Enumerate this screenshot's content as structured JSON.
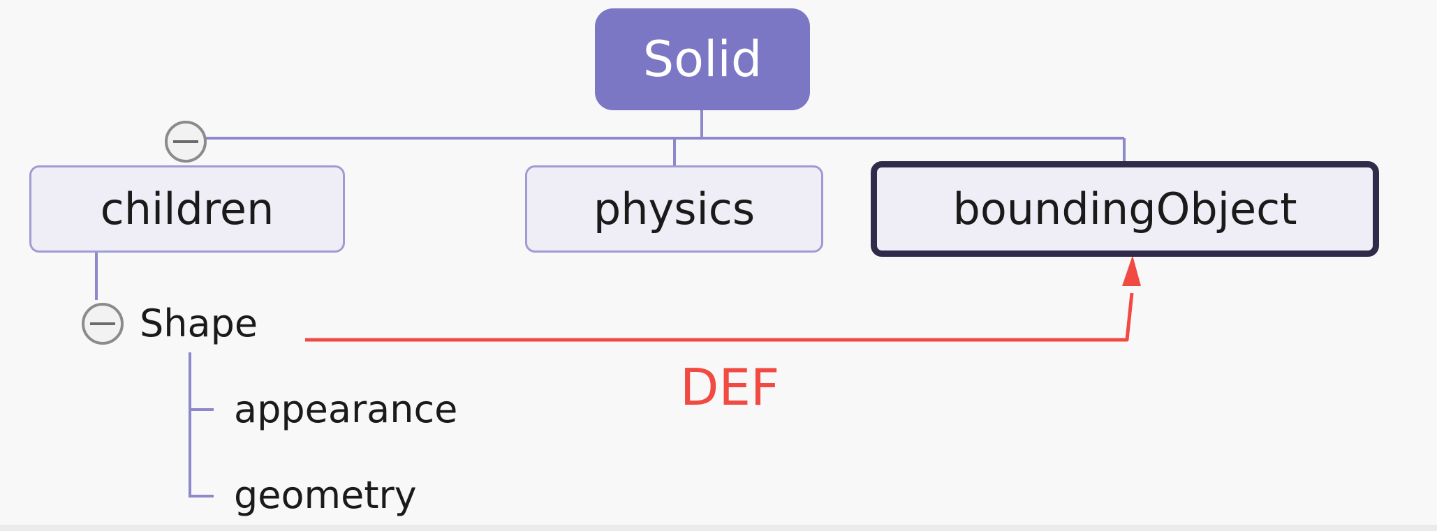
{
  "diagram": {
    "root": {
      "label": "Solid"
    },
    "children_nodes": [
      {
        "id": "children",
        "label": "children"
      },
      {
        "id": "physics",
        "label": "physics"
      },
      {
        "id": "boundingObject",
        "label": "boundingObject",
        "highlighted": true
      }
    ],
    "subtree": {
      "parent": "children",
      "node": {
        "label": "Shape"
      },
      "leaves": [
        {
          "label": "appearance"
        },
        {
          "label": "geometry"
        }
      ]
    },
    "reference": {
      "label": "DEF",
      "from": "Shape",
      "to": "boundingObject"
    }
  },
  "colors": {
    "background": "#f8f8f9",
    "root_fill": "#7b77c4",
    "child_fill": "#efeef6",
    "child_border": "#9f9bd4",
    "highlight_border": "#2f2b48",
    "connector": "#8d88cc",
    "reference": "#f04a42",
    "text": "#1a1a1a"
  },
  "icons": {
    "collapse": "minus-circle-icon",
    "arrow": "arrow-up-icon"
  }
}
